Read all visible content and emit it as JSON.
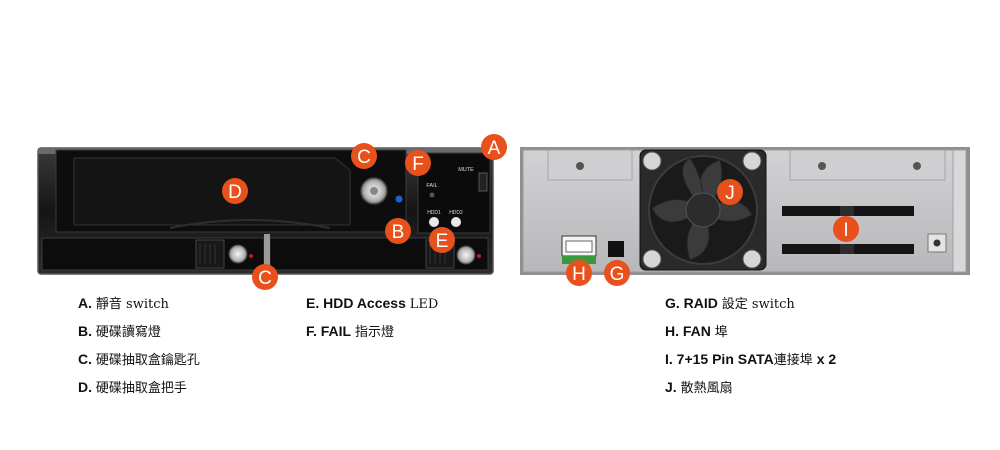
{
  "colors": {
    "marker": "#e8501c",
    "marker_text": "#ffffff",
    "front_body": "#111111",
    "rear_panel": "#c4c4c6",
    "fan_frame": "#2a2a2a",
    "led_blue": "#1c5fd6",
    "led_red": "#d01818",
    "header_green": "#3a9a3a"
  },
  "front_panel": {
    "mute_label": "MUTE",
    "fail_label": "FAIL",
    "hdd1_label": "HDD1",
    "hdd2_label": "HDD2"
  },
  "markers": {
    "A": "A",
    "B": "B",
    "C": "C",
    "D": "D",
    "E": "E",
    "F": "F",
    "G": "G",
    "H": "H",
    "I": "I",
    "J": "J"
  },
  "legend_left": [
    {
      "key": "A.",
      "text": "靜音 switch"
    },
    {
      "key": "B.",
      "text": "硬碟讀寫燈"
    },
    {
      "key": "C.",
      "text": "硬碟抽取盒鑰匙孔"
    },
    {
      "key": "D.",
      "text": "硬碟抽取盒把手"
    }
  ],
  "legend_mid": [
    {
      "key": "E. HDD Access",
      "text": "LED"
    },
    {
      "key": "F. FAIL",
      "text": "指示燈"
    }
  ],
  "legend_right": [
    {
      "key": "G. RAID",
      "text": "設定 switch"
    },
    {
      "key": "H. FAN",
      "text": "埠"
    },
    {
      "key": "I.  7+15 Pin SATA",
      "text": "連接埠",
      "suffix": " x 2"
    },
    {
      "key": "J.",
      "text": "散熱風扇"
    }
  ]
}
